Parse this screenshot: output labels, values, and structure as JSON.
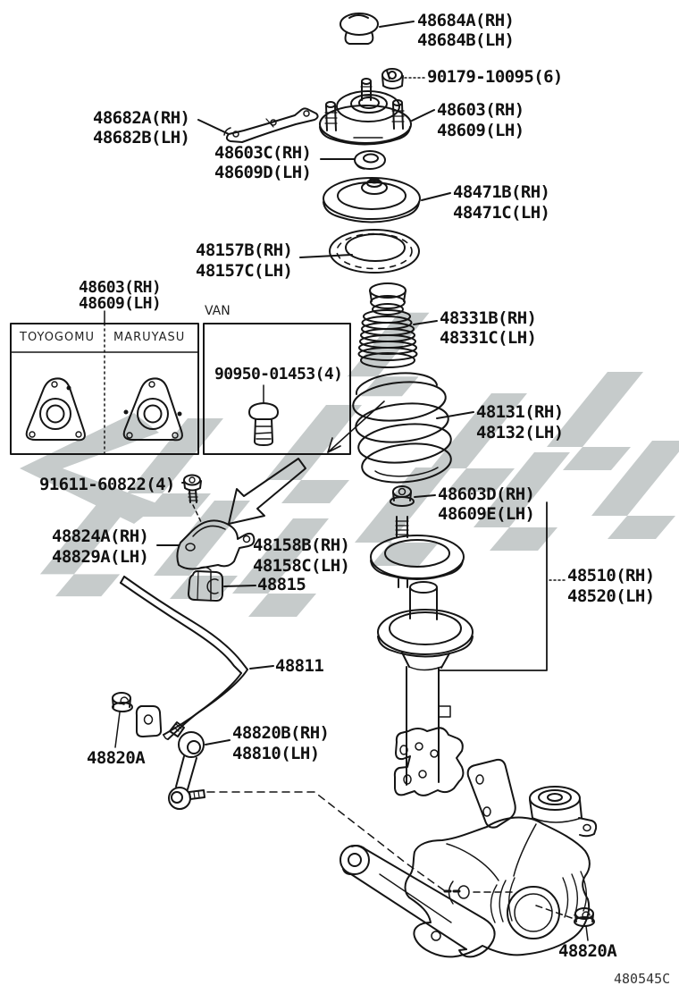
{
  "diagram": {
    "code": "480545C",
    "watermark_color": "#c6cbcb",
    "line_color": "#151515"
  },
  "labels": {
    "l48684a": "48684A(RH)",
    "l48684b": "48684B(LH)",
    "l90179": "90179-10095(6)",
    "l48603": "48603(RH)",
    "l48609": "48609(LH)",
    "l48682a": "48682A(RH)",
    "l48682b": "48682B(LH)",
    "l48603c": "48603C(RH)",
    "l48609d": "48609D(LH)",
    "l48471b": "48471B(RH)",
    "l48471c": "48471C(LH)",
    "l48157b": "48157B(RH)",
    "l48157c": "48157C(LH)",
    "l48331b": "48331B(RH)",
    "l48331c": "48331C(LH)",
    "lhead603": "48603(RH)",
    "lhead609": "48609(LH)",
    "lvan": "VAN",
    "ltoyogomu": "TOYOGOMU",
    "lmaruyasu": "MARUYASU",
    "l90950": "90950-01453(4)",
    "l48131": "48131(RH)",
    "l48132": "48132(LH)",
    "l48603d": "48603D(RH)",
    "l48609e": "48609E(LH)",
    "l91611": "91611-60822(4)",
    "l48824a": "48824A(RH)",
    "l48829a": "48829A(LH)",
    "l48158b": "48158B(RH)",
    "l48158c": "48158C(LH)",
    "l48815": "48815",
    "l48510": "48510(RH)",
    "l48520": "48520(LH)",
    "l48811": "48811",
    "l48820b": "48820B(RH)",
    "l48810": "48810(LH)",
    "l48820a_left": "48820A",
    "l48820a_bottom": "48820A",
    "lcode": "480545C"
  }
}
